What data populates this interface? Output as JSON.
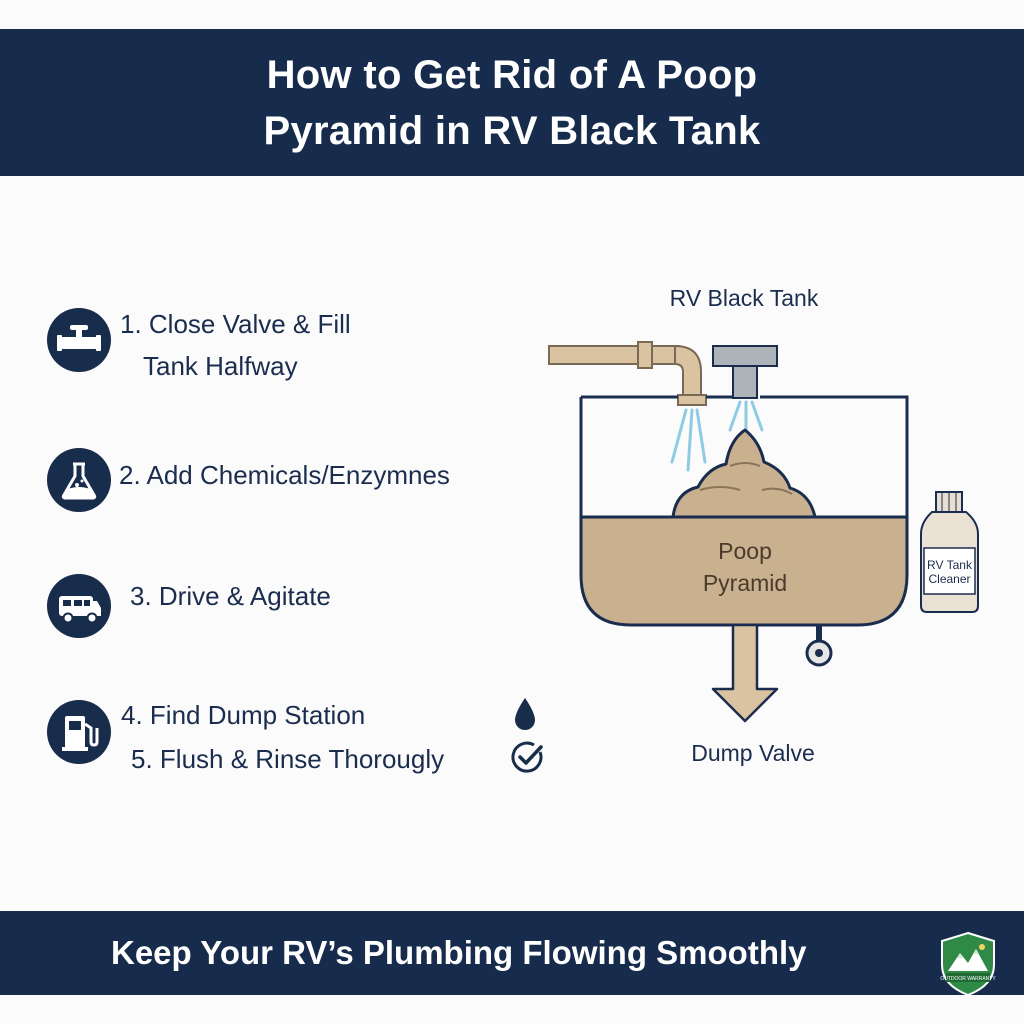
{
  "header": {
    "title_line1": "How to Get Rid of A Poop",
    "title_line2": "Pyramid in RV Black Tank"
  },
  "steps": [
    {
      "icon": "faucet-icon",
      "line1": "1. Close Valve & Fill",
      "line2": "Tank Halfway"
    },
    {
      "icon": "flask-icon",
      "line1": "2. Add Chemicals/Enzymnes"
    },
    {
      "icon": "rv-icon",
      "line1": "3. Drive & Agitate"
    },
    {
      "icon": "fuel-pump-icon",
      "line1": "4. Find Dump Station",
      "line2": "5. Flush & Rinse Thorougly"
    }
  ],
  "side_icons": [
    "water-drop-icon",
    "check-circle-icon"
  ],
  "diagram": {
    "tank_label": "RV Black Tank",
    "pyramid_label_line1": "Poop",
    "pyramid_label_line2": "Pyramid",
    "cleaner_label_line1": "RV Tank",
    "cleaner_label_line2": "Cleaner",
    "valve_label": "Dump Valve"
  },
  "footer": {
    "tagline": "Keep Your RV’s Plumbing Flowing Smoothly",
    "badge_text": "OUTDOOR WARRANTY",
    "badge_icon": "mountain-shield-icon"
  },
  "colors": {
    "navy": "#172c4c",
    "waste": "#c9b08f",
    "pipe": "#d9c3a1",
    "water": "#8fcbe3"
  }
}
